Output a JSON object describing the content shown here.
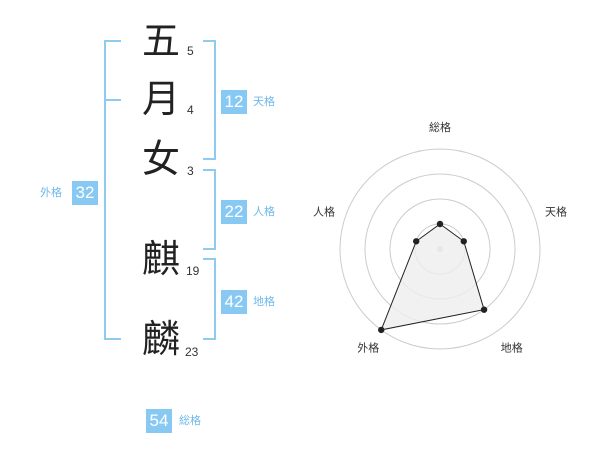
{
  "name": {
    "chars": [
      {
        "char": "五",
        "strokes": "5"
      },
      {
        "char": "月",
        "strokes": "4"
      },
      {
        "char": "女",
        "strokes": "3"
      },
      {
        "char": "麒",
        "strokes": "19"
      },
      {
        "char": "麟",
        "strokes": "23"
      }
    ]
  },
  "fortune": {
    "tenkaku": {
      "value": "12",
      "label": "天格"
    },
    "jinkaku": {
      "value": "22",
      "label": "人格"
    },
    "chikaku": {
      "value": "42",
      "label": "地格"
    },
    "gaikaku": {
      "value": "32",
      "label": "外格"
    },
    "soukaku": {
      "value": "54",
      "label": "総格"
    }
  },
  "chart_data": {
    "type": "radar",
    "axes": [
      "総格",
      "天格",
      "地格",
      "外格",
      "人格"
    ],
    "values": [
      1,
      1,
      3,
      4,
      1
    ],
    "rmax": 4,
    "grid": true,
    "colors": {
      "grid": "#cccccc",
      "line": "#222222",
      "fill": "#eeeeee",
      "point": "#222222"
    }
  }
}
